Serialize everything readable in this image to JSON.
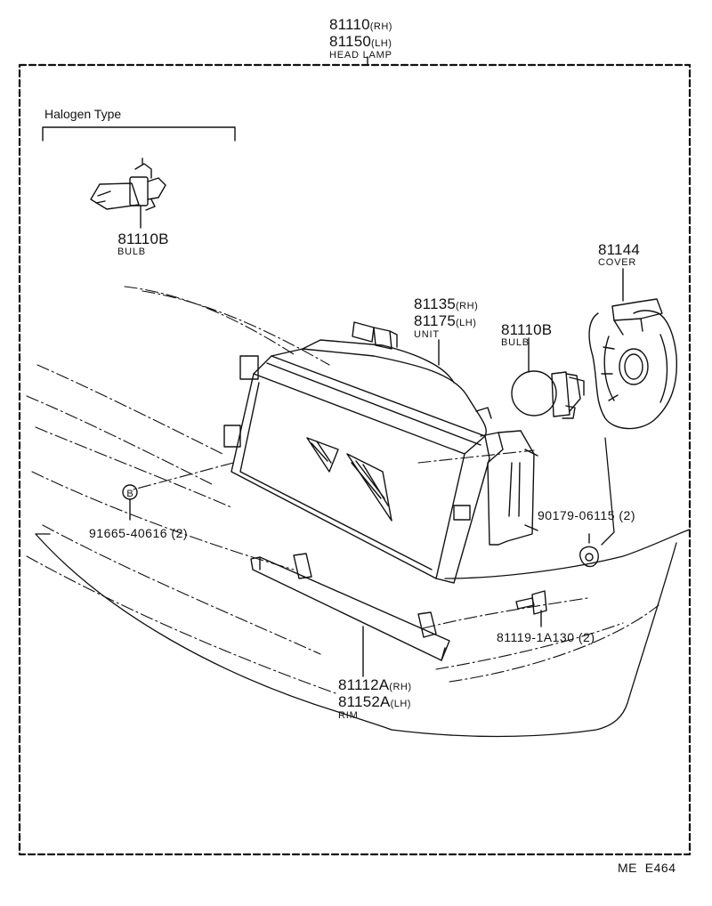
{
  "head_lamp": {
    "rh_no": "81110",
    "rh_tag": "(RH)",
    "lh_no": "81150",
    "lh_tag": "(LH)",
    "name": "HEAD LAMP"
  },
  "halogen": {
    "title": "Halogen Type",
    "bulb_no": "81110B",
    "bulb_name": "BULB"
  },
  "cover": {
    "no": "81144",
    "name": "COVER"
  },
  "unit": {
    "rh_no": "81135",
    "rh_tag": "(RH)",
    "lh_no": "81175",
    "lh_tag": "(LH)",
    "name": "UNIT"
  },
  "bulb": {
    "no": "81110B",
    "name": "BULB"
  },
  "screw": {
    "no": "91665-40616 (2)",
    "marker": "B"
  },
  "nut": {
    "no": "90179-06115 (2)"
  },
  "bolt": {
    "no": "81119-1A130 (2)"
  },
  "rim": {
    "rh_no": "81112A",
    "rh_tag": "(RH)",
    "lh_no": "81152A",
    "lh_tag": "(LH)",
    "name": "RIM"
  },
  "figure_code": "ME  E464"
}
